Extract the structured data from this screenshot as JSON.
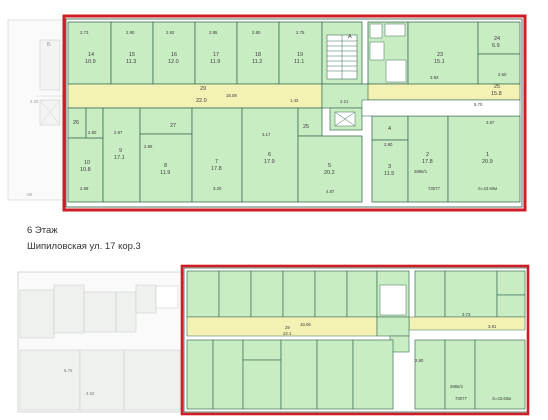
{
  "floor_caption": "6 Этаж",
  "address_caption": "Шипиловская ул. 17 кор.3",
  "colors": {
    "room_fill": "#c9edc3",
    "room_stroke": "#3f6f5a",
    "corridor_fill": "#f3f1b4",
    "grey_fill": "#e3e6e2",
    "highlight": "#d01c24",
    "blue": "#3b7bd6"
  },
  "top_plan": {
    "corridor_label": "29",
    "corridor_area": "22.0",
    "small_corridor_label": "А",
    "rooms": [
      {
        "no": "14",
        "area": "10.9"
      },
      {
        "no": "15",
        "area": "11.3"
      },
      {
        "no": "16",
        "area": "12.0"
      },
      {
        "no": "17",
        "area": "11.9"
      },
      {
        "no": "18",
        "area": "11.2"
      },
      {
        "no": "19",
        "area": "11.1"
      },
      {
        "no": "23",
        "area": "15.1"
      },
      {
        "no": "24",
        "area": "6.9"
      },
      {
        "no": "25",
        "area": "15.8"
      },
      {
        "no": "26",
        "area": ""
      },
      {
        "no": "10",
        "area": "10.8"
      },
      {
        "no": "9",
        "area": "17.1"
      },
      {
        "no": "27",
        "area": ""
      },
      {
        "no": "8",
        "area": "11.9"
      },
      {
        "no": "7",
        "area": "17.8"
      },
      {
        "no": "6",
        "area": "17.9"
      },
      {
        "no": "25",
        "area": ""
      },
      {
        "no": "5",
        "area": "20.2"
      },
      {
        "no": "4",
        "area": ""
      },
      {
        "no": "3",
        "area": "11.5"
      },
      {
        "no": "2",
        "area": "17.8"
      },
      {
        "no": "1",
        "area": "20.9"
      }
    ],
    "dims": [
      "2.73",
      "2.90",
      "2.92",
      "2.95",
      "2.80",
      "2.75",
      "18.08",
      "3.17",
      "2.97",
      "2.80",
      "2.58",
      "3.20",
      "4.87",
      "2.80",
      "3.87",
      "5.70",
      "3.93",
      "2.21",
      "2.60",
      "2.85",
      "1.42"
    ],
    "stamp": "2866/1",
    "area_note": "S=43.60м",
    "blue_label": "73077"
  },
  "bottom_plan": {
    "corridor_label": "29",
    "corridor_area": "22.1",
    "dims": [
      "18.06",
      "2.60",
      "3.91",
      "3.73"
    ],
    "stamp": "2866/1",
    "area_note": "S=43.60м",
    "blue_label": "73077"
  }
}
